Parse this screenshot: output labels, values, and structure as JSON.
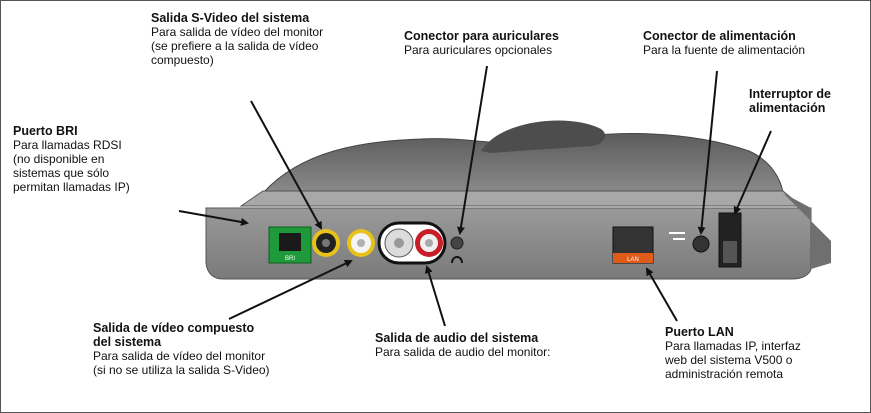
{
  "callouts": {
    "svideo": {
      "title": "Salida S-Video del sistema",
      "description": "Para salida de vídeo del monitor\n(se prefiere a la salida de vídeo\ncompuesto)"
    },
    "headphone": {
      "title": "Conector para auriculares",
      "description": "Para auriculares opcionales"
    },
    "power_connector": {
      "title": "Conector de alimentación",
      "description": "Para la fuente de alimentación"
    },
    "power_switch": {
      "title": "Interruptor de\nalimentación",
      "description": ""
    },
    "bri": {
      "title": "Puerto BRI",
      "description": "Para llamadas RDSI\n(no disponible en\nsistemas que sólo\npermitan llamadas IP)"
    },
    "composite": {
      "title": "Salida de vídeo compuesto\ndel sistema",
      "description": "Para salida de vídeo del monitor\n(si no se utiliza la salida S-Video)"
    },
    "audio": {
      "title": "Salida de audio del sistema",
      "description": "Para salida de audio del monitor:"
    },
    "lan": {
      "title": "Puerto LAN",
      "description": "Para llamadas IP, interfaz\nweb del sistema V500 o\nadministración remota"
    }
  },
  "device_labels": {
    "bri_port": "BRI",
    "lan_port": "LAN"
  },
  "colors": {
    "device_body": "#8c8c8c",
    "device_top": "#6e6e6e",
    "bri_port": "#1f9a3a",
    "lan_port": "#e05a1a",
    "svideo_ring": "#e8c21a",
    "audio_red": "#c81e2a",
    "arrow": "#111111"
  }
}
